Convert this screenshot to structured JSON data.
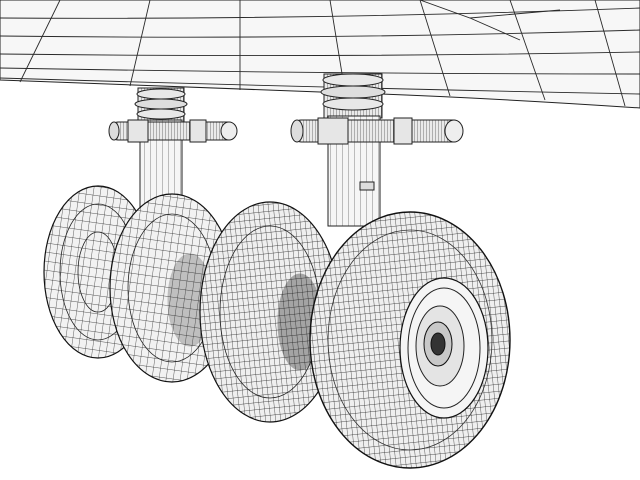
{
  "scene": {
    "subject": "aircraft-landing-gear-wireframe",
    "render_style": "wireframe",
    "background_color": "#ffffff",
    "line_color": "#1a1a1a",
    "surface_color": "#f4f4f4",
    "struts": 2,
    "wheels": 4
  }
}
